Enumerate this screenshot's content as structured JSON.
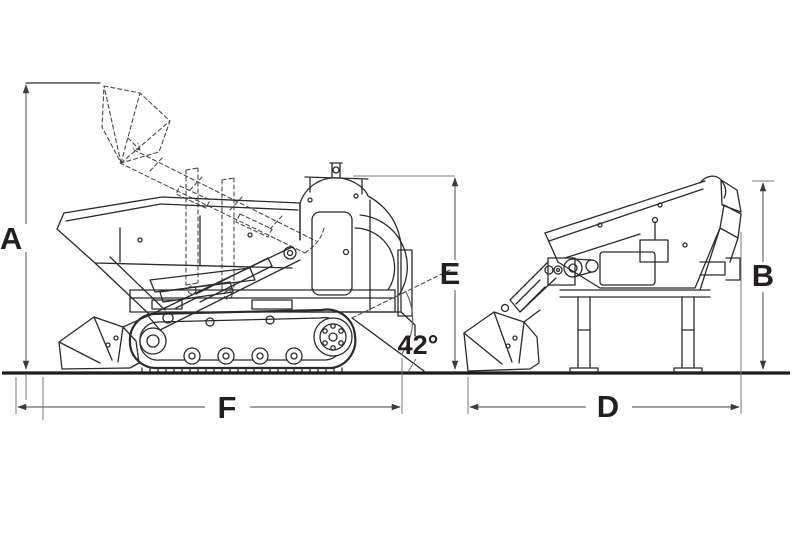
{
  "diagram": {
    "dimension_labels": {
      "A": "A",
      "B": "B",
      "D": "D",
      "E": "E",
      "F": "F"
    },
    "angle_label": "42°",
    "colors": {
      "background": "#ffffff",
      "line_art": "#2a2a2a",
      "phantom_lines": "#4a4a4a",
      "dimension_lines": "#6a6a6a",
      "label_text": "#231f20",
      "ground_line": "#1c1c1c"
    }
  }
}
